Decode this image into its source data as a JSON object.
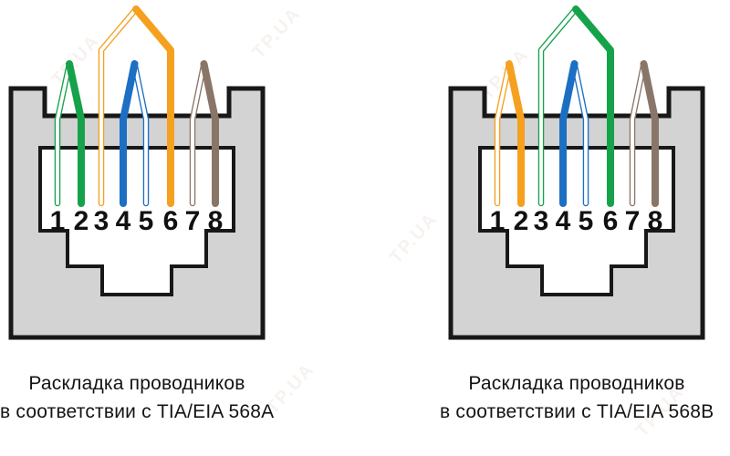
{
  "page": {
    "background": "#ffffff",
    "watermark_text": "TP.UA"
  },
  "palette": {
    "green": "#16A24B",
    "orange": "#F5A01E",
    "blue": "#1C6FC3",
    "brown": "#8A7669",
    "body_gray": "#D3D3D3",
    "window_white": "#FFFFFF",
    "outline_black": "#181818",
    "number_black": "#111111"
  },
  "connectors": [
    {
      "id": "tia-eia-568a",
      "standard": "TIA/EIA 568A",
      "caption_line1": "Раскладка проводников",
      "caption_line2": "в соответствии с TIA/EIA 568A",
      "pins": [
        {
          "number": "1",
          "wire": "white-green",
          "style": "striped",
          "color_key": "green"
        },
        {
          "number": "2",
          "wire": "green",
          "style": "solid",
          "color_key": "green"
        },
        {
          "number": "3",
          "wire": "white-orange",
          "style": "striped",
          "color_key": "orange"
        },
        {
          "number": "4",
          "wire": "blue",
          "style": "solid",
          "color_key": "blue"
        },
        {
          "number": "5",
          "wire": "white-blue",
          "style": "striped",
          "color_key": "blue"
        },
        {
          "number": "6",
          "wire": "orange",
          "style": "solid",
          "color_key": "orange"
        },
        {
          "number": "7",
          "wire": "white-brown",
          "style": "striped",
          "color_key": "brown"
        },
        {
          "number": "8",
          "wire": "brown",
          "style": "solid",
          "color_key": "brown"
        }
      ],
      "pairs": [
        {
          "pins": [
            1,
            2
          ],
          "peak": "short"
        },
        {
          "pins": [
            3,
            6
          ],
          "peak": "tall"
        },
        {
          "pins": [
            4,
            5
          ],
          "peak": "short"
        },
        {
          "pins": [
            7,
            8
          ],
          "peak": "short"
        }
      ]
    },
    {
      "id": "tia-eia-568b",
      "standard": "TIA/EIA 568B",
      "caption_line1": "Раскладка проводников",
      "caption_line2": "в соответствии с TIA/EIA 568B",
      "pins": [
        {
          "number": "1",
          "wire": "white-orange",
          "style": "striped",
          "color_key": "orange"
        },
        {
          "number": "2",
          "wire": "orange",
          "style": "solid",
          "color_key": "orange"
        },
        {
          "number": "3",
          "wire": "white-green",
          "style": "striped",
          "color_key": "green"
        },
        {
          "number": "4",
          "wire": "blue",
          "style": "solid",
          "color_key": "blue"
        },
        {
          "number": "5",
          "wire": "white-blue",
          "style": "striped",
          "color_key": "blue"
        },
        {
          "number": "6",
          "wire": "green",
          "style": "solid",
          "color_key": "green"
        },
        {
          "number": "7",
          "wire": "white-brown",
          "style": "striped",
          "color_key": "brown"
        },
        {
          "number": "8",
          "wire": "brown",
          "style": "solid",
          "color_key": "brown"
        }
      ],
      "pairs": [
        {
          "pins": [
            1,
            2
          ],
          "peak": "short"
        },
        {
          "pins": [
            3,
            6
          ],
          "peak": "tall"
        },
        {
          "pins": [
            4,
            5
          ],
          "peak": "short"
        },
        {
          "pins": [
            7,
            8
          ],
          "peak": "short"
        }
      ]
    }
  ]
}
